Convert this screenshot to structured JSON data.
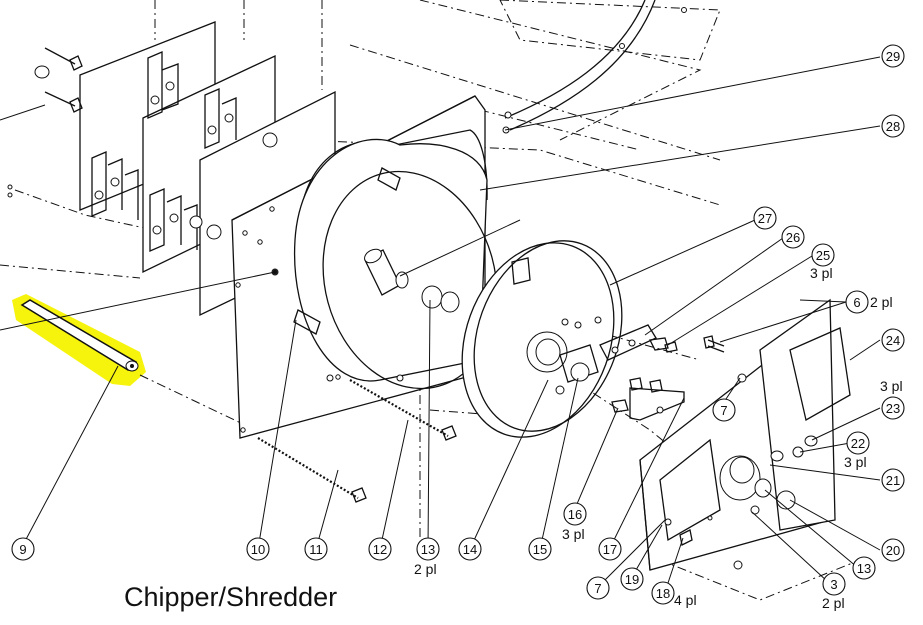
{
  "title": "Chipper/Shredder",
  "highlight_color": "#f5f200",
  "callouts": [
    {
      "id": "c29",
      "num": "29",
      "qty": ""
    },
    {
      "id": "c28",
      "num": "28",
      "qty": ""
    },
    {
      "id": "c27",
      "num": "27",
      "qty": ""
    },
    {
      "id": "c26",
      "num": "26",
      "qty": ""
    },
    {
      "id": "c25",
      "num": "25",
      "qty": "3 pl"
    },
    {
      "id": "c6",
      "num": "6",
      "qty": "2 pl"
    },
    {
      "id": "c24",
      "num": "24",
      "qty": "3 pl"
    },
    {
      "id": "c23",
      "num": "23",
      "qty": ""
    },
    {
      "id": "c22",
      "num": "22",
      "qty": "3 pl"
    },
    {
      "id": "c21",
      "num": "21",
      "qty": ""
    },
    {
      "id": "c20",
      "num": "20",
      "qty": ""
    },
    {
      "id": "c13b",
      "num": "13",
      "qty": ""
    },
    {
      "id": "c3",
      "num": "3",
      "qty": "2 pl"
    },
    {
      "id": "c18",
      "num": "18",
      "qty": "4 pl"
    },
    {
      "id": "c19",
      "num": "19",
      "qty": ""
    },
    {
      "id": "c7b",
      "num": "7",
      "qty": ""
    },
    {
      "id": "c7a",
      "num": "7",
      "qty": ""
    },
    {
      "id": "c17",
      "num": "17",
      "qty": ""
    },
    {
      "id": "c16",
      "num": "16",
      "qty": "3 pl"
    },
    {
      "id": "c15",
      "num": "15",
      "qty": ""
    },
    {
      "id": "c14",
      "num": "14",
      "qty": ""
    },
    {
      "id": "c13a",
      "num": "13",
      "qty": "2 pl"
    },
    {
      "id": "c12",
      "num": "12",
      "qty": ""
    },
    {
      "id": "c11",
      "num": "11",
      "qty": ""
    },
    {
      "id": "c10",
      "num": "10",
      "qty": ""
    },
    {
      "id": "c9",
      "num": "9",
      "qty": ""
    }
  ]
}
